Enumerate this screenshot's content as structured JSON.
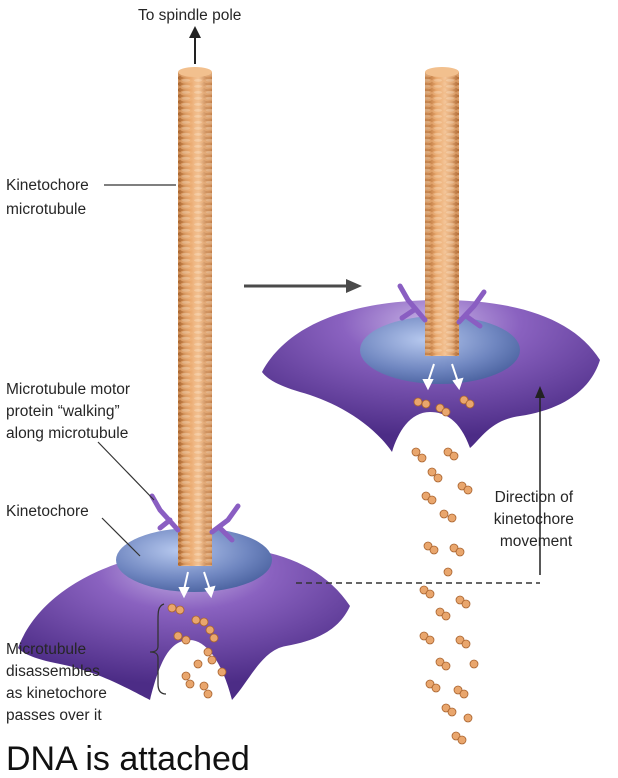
{
  "labels": {
    "spindle_pole": "To spindle pole",
    "kt_microtubule": [
      "Kinetochore",
      "microtubule"
    ],
    "motor_protein": [
      "Microtubule motor",
      "protein “walking”",
      "along microtubule"
    ],
    "kinetochore": "Kinetochore",
    "disassembles": [
      "Microtubule",
      "disassembles",
      "as kinetochore",
      "passes over it"
    ],
    "direction": [
      "Direction of",
      "kinetochore",
      "movement"
    ]
  },
  "footer_cut_text": "DNA is attached",
  "colors": {
    "microtubule": "#d8925b",
    "microtubule_dark": "#a7602c",
    "chromosome": "#6a48a8",
    "kinetochore": "#5d74b0",
    "motor": "#8a5ec2",
    "arrow": "#4a4a4a"
  }
}
